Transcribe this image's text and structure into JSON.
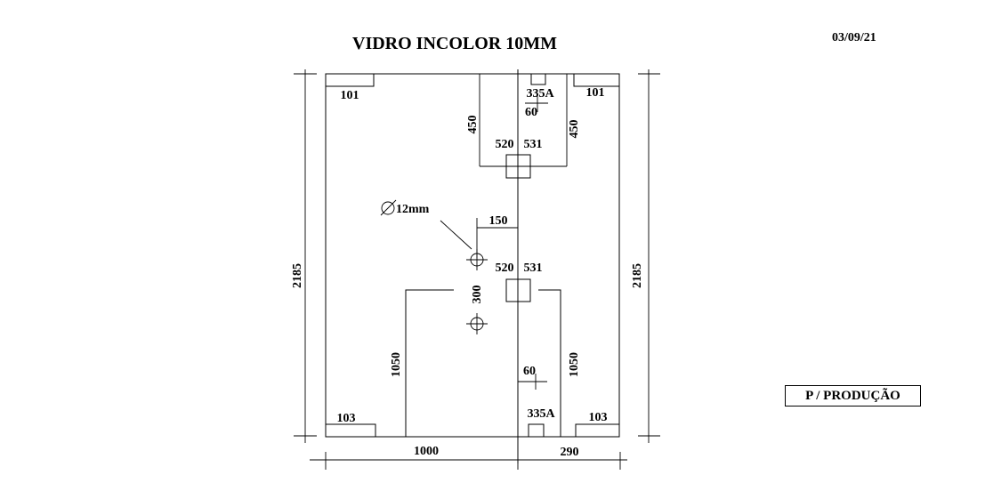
{
  "header": {
    "title": "VIDRO INCOLOR 10MM",
    "date": "03/09/21"
  },
  "stamp": {
    "label": "P / PRODUÇÃO"
  },
  "dimensions": {
    "total_height_left": "2185",
    "total_height_right": "2185",
    "width_left_panel": "1000",
    "width_right_panel": "290",
    "hinge_offset_left": "450",
    "hinge_offset_right": "450",
    "notch_top": "60",
    "notch_bottom": "60",
    "hole_offset": "150",
    "hole_spacing": "300",
    "lower_left_height": "1050",
    "lower_right_height": "1050",
    "hole_diameter": "12mm"
  },
  "hardware": {
    "corner_top_left": "101",
    "corner_top_right": "101",
    "corner_bottom_left": "103",
    "corner_bottom_right": "103",
    "top_pivot": "335A",
    "bottom_pivot": "335A",
    "upper_hinge_a": "520",
    "upper_hinge_b": "531",
    "lower_hinge_a": "520",
    "lower_hinge_b": "531"
  }
}
